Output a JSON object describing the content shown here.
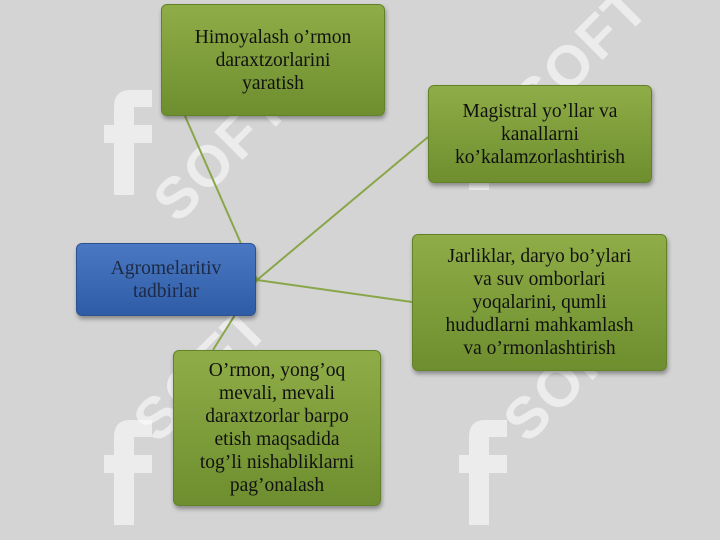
{
  "center": {
    "label": "Agromelaritiv\ntadbirlar"
  },
  "nodes": [
    {
      "id": "n1",
      "label": "Himoyalash o’rmon\ndaraxtzorlarini\nyaratish"
    },
    {
      "id": "n2",
      "label": "Magistral yo’llar va\nkanallarni\nko’kalamzorlashtirish"
    },
    {
      "id": "n3",
      "label": "Jarliklar, daryo bo’ylari\nva suv omborlari\nyoqalarini, qumli\nhududlarni mahkamlash\nva o’rmonlashtirish"
    },
    {
      "id": "n4",
      "label": "O’rmon, yong’oq\nmevali, mevali\ndaraxtzorlar barpo\netish  maqsadida\ntog’li nishabliklarni\npag’onalash"
    }
  ],
  "watermark": {
    "text": "SOFT"
  },
  "colors": {
    "node_green": "#7a9a38",
    "center_blue": "#3a67b3",
    "line": "#8aa64a",
    "background": "#d4d4d4"
  }
}
